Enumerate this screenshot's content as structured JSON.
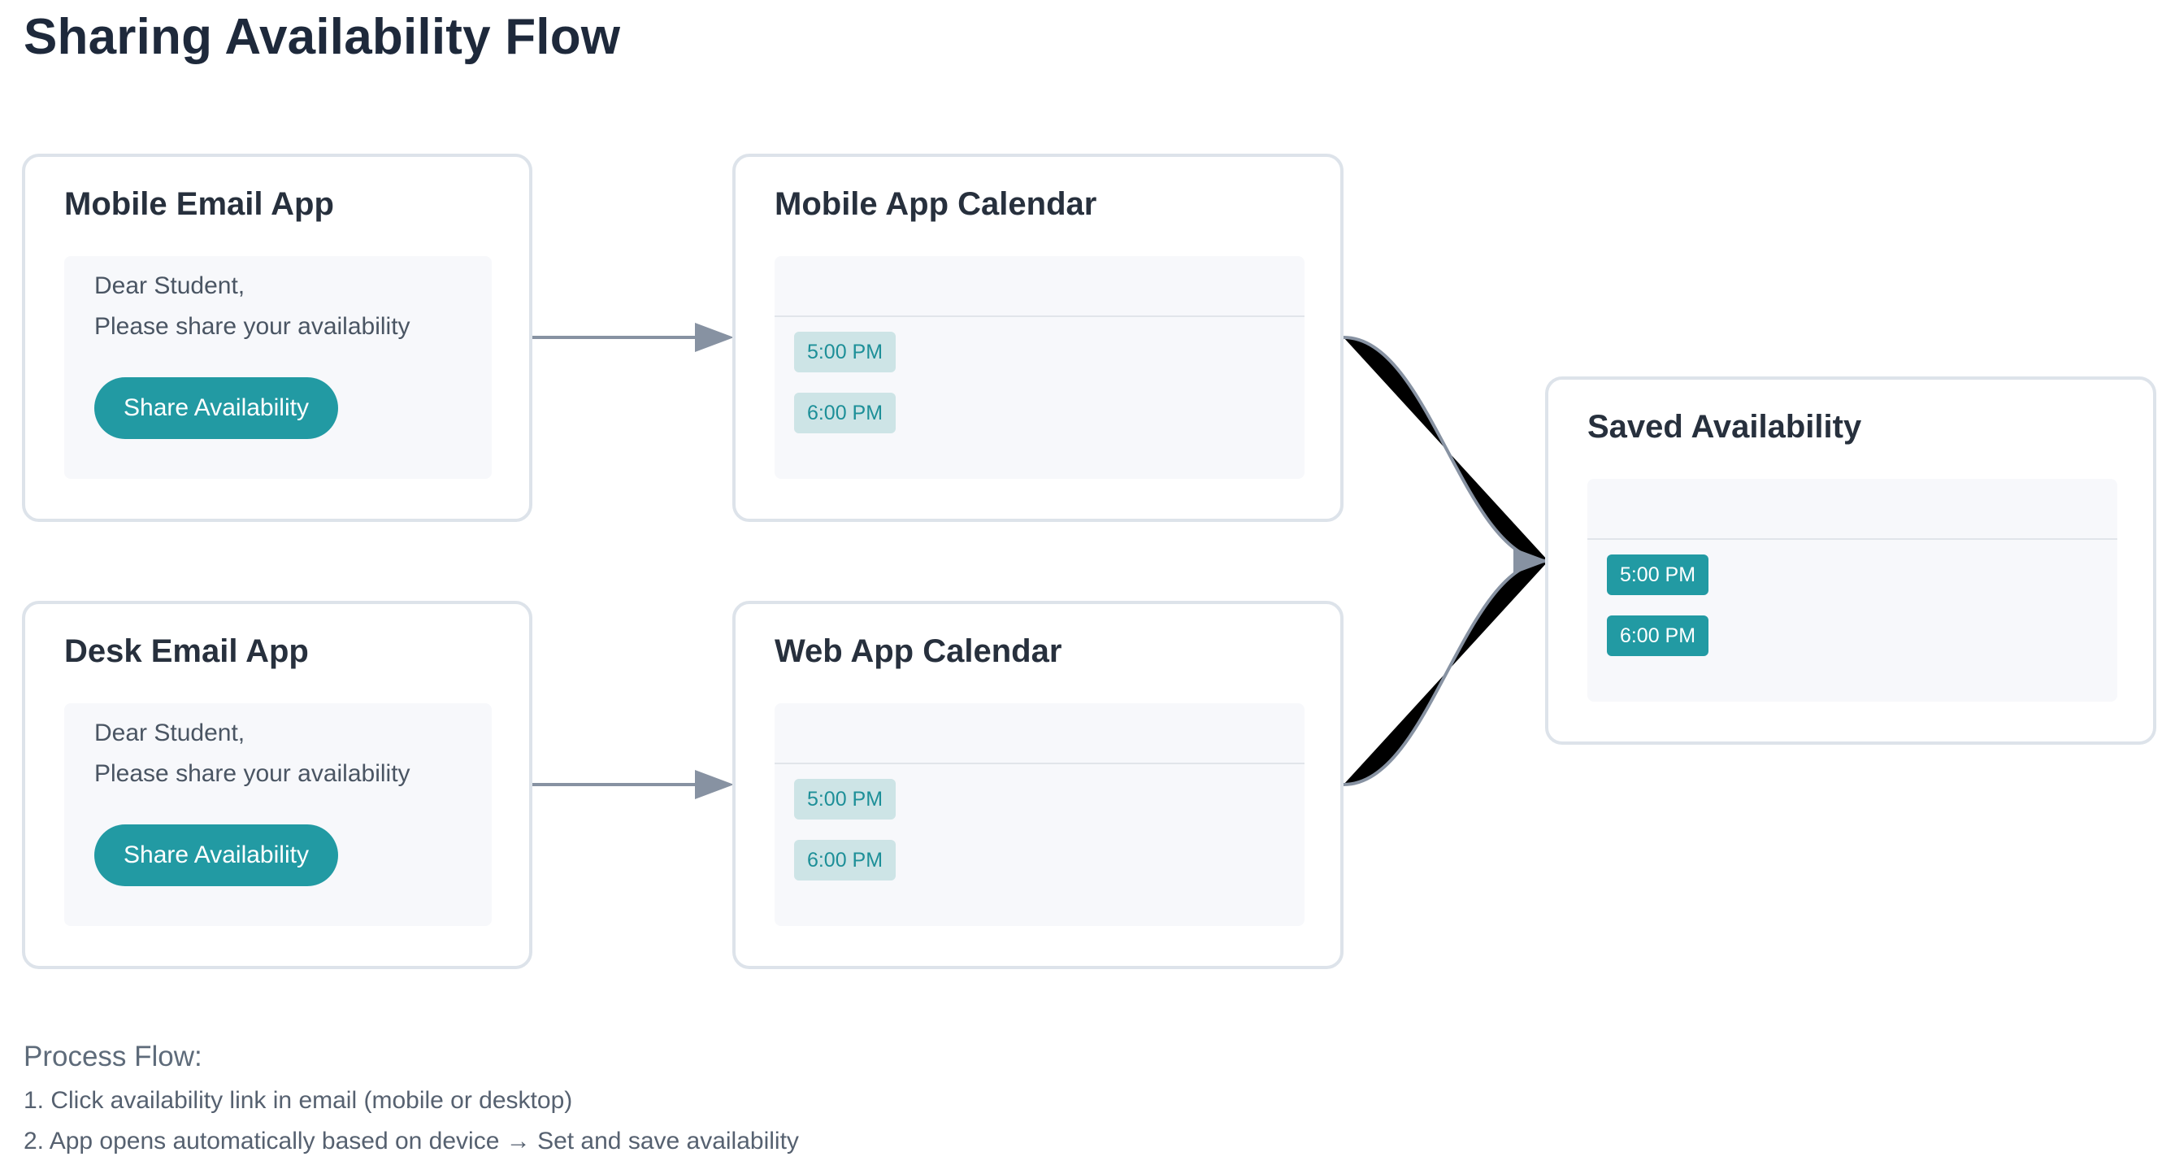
{
  "title": "Sharing Availability Flow",
  "mobile_email": {
    "title": "Mobile Email App",
    "greeting": "Dear Student,",
    "message": "Please share your availability",
    "button_label": "Share Availability"
  },
  "desk_email": {
    "title": "Desk Email App",
    "greeting": "Dear Student,",
    "message": "Please share your availability",
    "button_label": "Share Availability"
  },
  "mobile_calendar": {
    "title": "Mobile App Calendar",
    "slots": [
      "5:00 PM",
      "6:00 PM"
    ]
  },
  "web_calendar": {
    "title": "Web App Calendar",
    "slots": [
      "5:00 PM",
      "6:00 PM"
    ]
  },
  "saved": {
    "title": "Saved Availability",
    "slots": [
      "5:00 PM",
      "6:00 PM"
    ]
  },
  "process": {
    "title": "Process Flow:",
    "steps": [
      "1. Click availability link in email (mobile or desktop)",
      "2. App opens automatically based on device → Set and save availability"
    ]
  },
  "colors": {
    "accent": "#229aa3",
    "slot_light": "#cde4e6",
    "arrow": "#8792a2",
    "border": "#dde3ea"
  }
}
